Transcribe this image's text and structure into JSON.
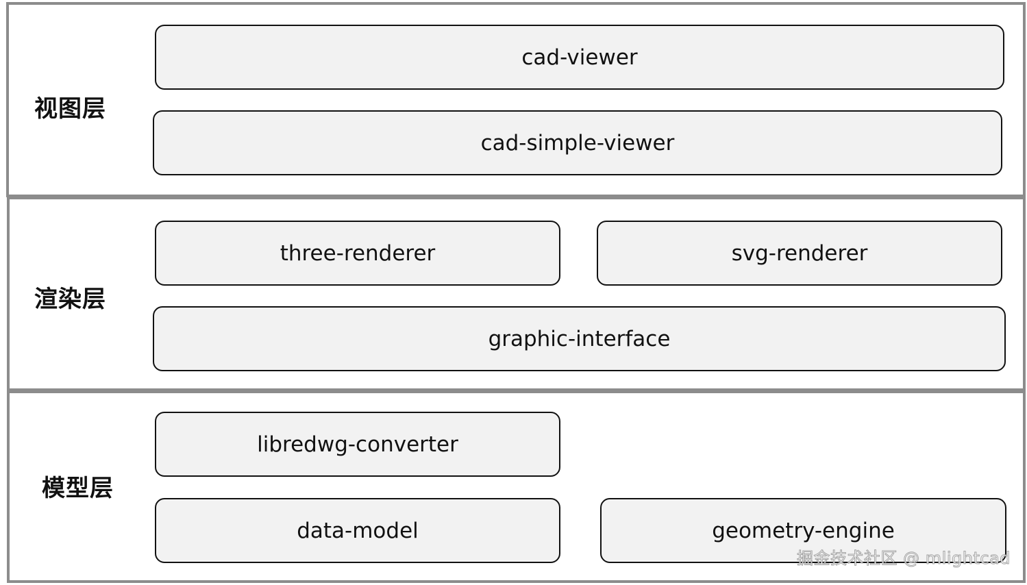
{
  "layers": {
    "view": {
      "label": "视图层",
      "modules": [
        "cad-viewer",
        "cad-simple-viewer"
      ]
    },
    "render": {
      "label": "渲染层",
      "modules": [
        "three-renderer",
        "svg-renderer",
        "graphic-interface"
      ]
    },
    "model": {
      "label": "模型层",
      "modules": [
        "libredwg-converter",
        "data-model",
        "geometry-engine"
      ]
    }
  },
  "watermark": "掘金技术社区 @ mlightcad",
  "colors": {
    "layer_border": "#8c8c8c",
    "module_fill": "#f2f2f2",
    "module_border": "#111111",
    "text": "#111111"
  }
}
